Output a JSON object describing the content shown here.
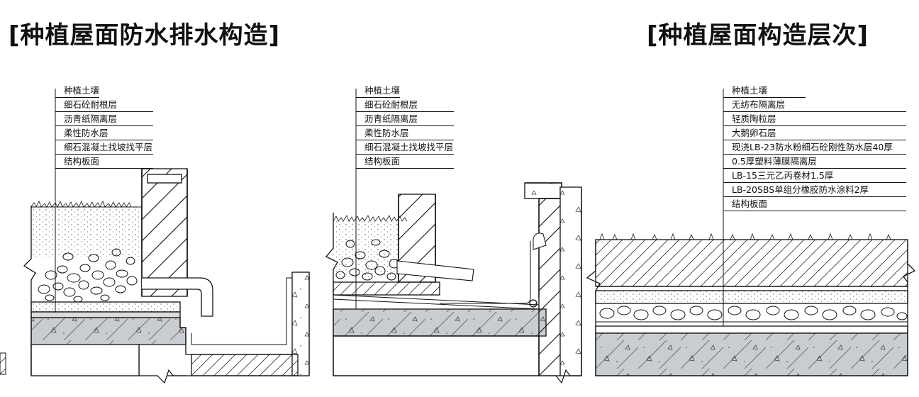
{
  "titles": {
    "left": "[种植屋面防水排水构造]",
    "right": "[种植屋面构造层次]"
  },
  "detail_left": {
    "labels": [
      "种植土壤",
      "细石砼耐根层",
      "沥青纸隔离层",
      "柔性防水层",
      "细石混凝土找坡找平层",
      "结构板面"
    ]
  },
  "detail_middle": {
    "labels": [
      "种植土壤",
      "细石砼耐根层",
      "沥青纸隔离层",
      "柔性防水层",
      "细石混凝土找坡找平层",
      "结构板面"
    ]
  },
  "detail_right": {
    "labels": [
      "种植土壤",
      "无纺布隔离层",
      "轻质陶粒层",
      "大鹅卵石层",
      "现浇LB-23防水粉细石砼刚性防水层40厚",
      "0.5厚塑料薄膜隔离层",
      "LB-15三元乙丙卷材1.5厚",
      "LB-20SBS单组分橡胶防水涂料2厚",
      "结构板面"
    ]
  },
  "colors": {
    "line": "#111111",
    "concrete": "#c9ccd0",
    "screed": "#dcdcdc",
    "background": "#ffffff"
  }
}
